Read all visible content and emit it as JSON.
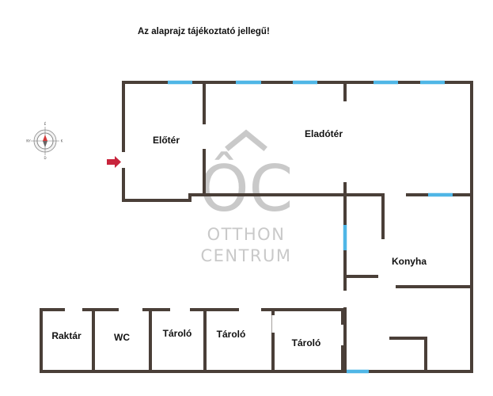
{
  "note": "Az alaprajz tájékoztató jellegű!",
  "watermark": {
    "monogram": "ÔC",
    "line1": "OTTHON",
    "line2": "CENTRUM"
  },
  "rooms": {
    "eloter": "Előtér",
    "eladoter": "Eladótér",
    "konyha": "Konyha",
    "raktar": "Raktár",
    "wc": "WC",
    "tarolo1": "Tároló",
    "tarolo2": "Tároló",
    "tarolo3": "Tároló"
  },
  "compass": {
    "north": "É",
    "south": "D",
    "east": "K",
    "west": "NY",
    "icon": "compass-icon"
  },
  "entrance": {
    "icon": "entrance-arrow-icon",
    "color": "#c8243c"
  },
  "colors": {
    "wall": "#4a3f38",
    "window": "#4fb6e6",
    "watermark": "#c9c9c9"
  }
}
